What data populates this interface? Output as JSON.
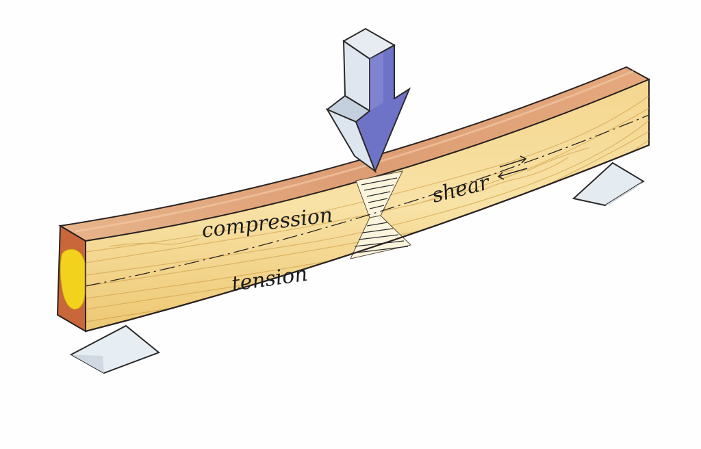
{
  "labels": {
    "compression": "compression",
    "tension": "tension",
    "shear": "shear"
  },
  "colors": {
    "wood_light": "#f6dc98",
    "wood_mid": "#ecc46c",
    "wood_grain": "#c9953c",
    "top_face": "#e2a77c",
    "end_face": "#c9663a",
    "end_core": "#f2d21d",
    "arrow_front": "#6f73c7",
    "arrow_light": "#d2dcea",
    "support": "#dde6ee",
    "outline": "#2a2222"
  },
  "icons": {
    "load": "down-arrow-icon",
    "supports": "triangle-support-icon"
  }
}
